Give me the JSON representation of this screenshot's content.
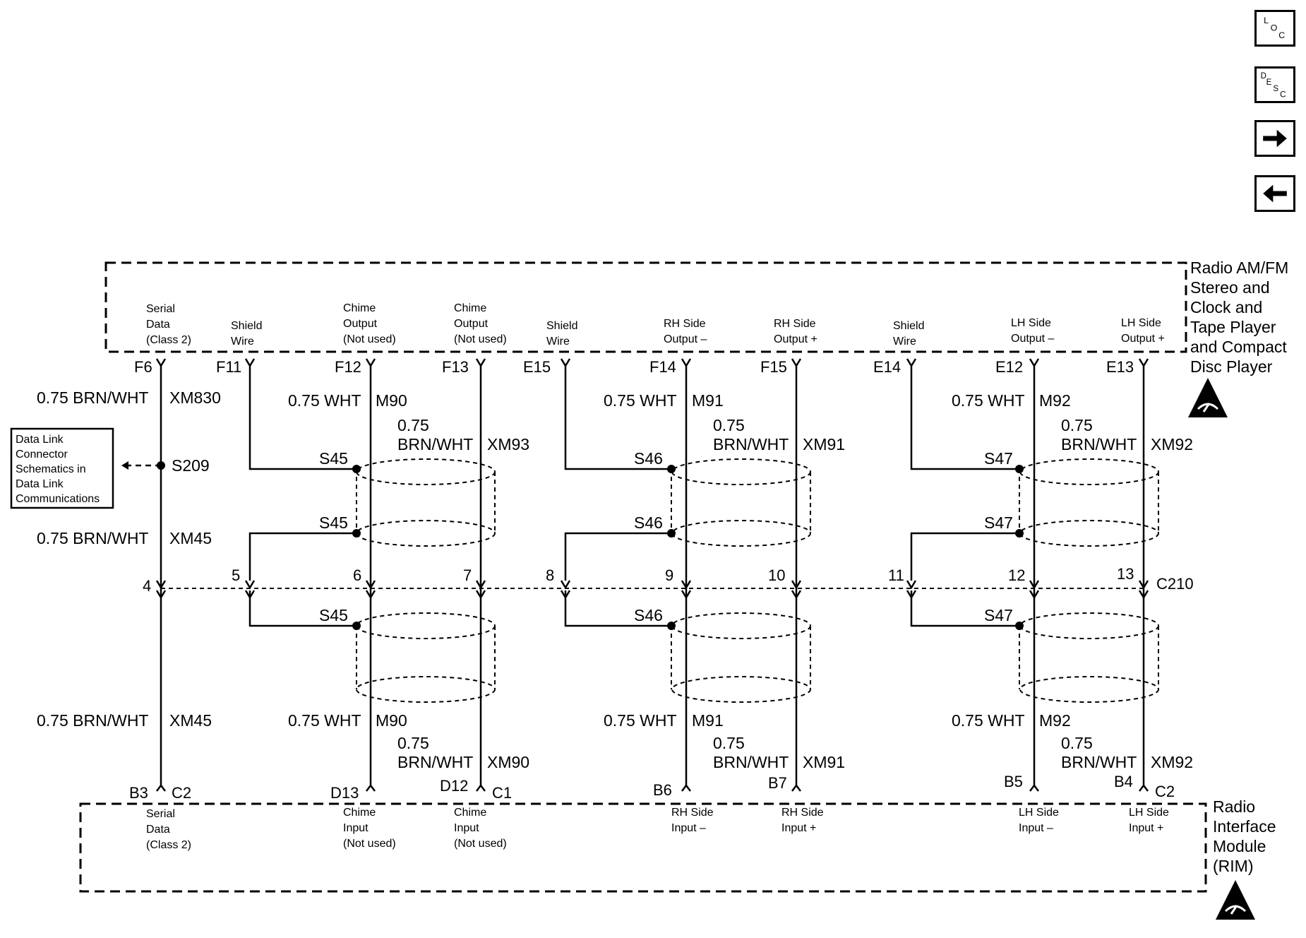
{
  "nav": {
    "loc": [
      "L",
      "O",
      "C"
    ],
    "desc": [
      "D",
      "E",
      "S",
      "C"
    ]
  },
  "modules": {
    "radio": [
      "Radio AM/FM",
      "Stereo and",
      "Clock and",
      "Tape Player",
      "and Compact",
      "Disc Player"
    ],
    "rim": [
      "Radio",
      "Interface",
      "Module",
      "(RIM)"
    ]
  },
  "top_pins": [
    {
      "lines": [
        "Serial",
        "Data",
        "(Class 2)"
      ],
      "pin": "F6"
    },
    {
      "lines": [
        "Shield",
        "Wire"
      ],
      "pin": "F11"
    },
    {
      "lines": [
        "Chime",
        "Output",
        "(Not used)"
      ],
      "pin": "F12"
    },
    {
      "lines": [
        "Chime",
        "Output",
        "(Not used)"
      ],
      "pin": "F13"
    },
    {
      "lines": [
        "Shield",
        "Wire"
      ],
      "pin": "E15"
    },
    {
      "lines": [
        "RH Side",
        "Output –"
      ],
      "pin": "F14"
    },
    {
      "lines": [
        "RH Side",
        "Output +"
      ],
      "pin": "F15"
    },
    {
      "lines": [
        "Shield",
        "Wire"
      ],
      "pin": "E14"
    },
    {
      "lines": [
        "LH Side",
        "Output –"
      ],
      "pin": "E12"
    },
    {
      "lines": [
        "LH Side",
        "Output +"
      ],
      "pin": "E13"
    }
  ],
  "bottom_pins": [
    {
      "lines": [
        "Serial",
        "Data",
        "(Class 2)"
      ],
      "pin": "B3",
      "conn": "C2"
    },
    {
      "lines": [
        "Chime",
        "Input",
        "(Not used)"
      ],
      "pin": "D13"
    },
    {
      "lines": [
        "Chime",
        "Input",
        "(Not used)"
      ],
      "pin": "D12",
      "conn": "C1"
    },
    {
      "lines": [
        "RH Side",
        "Input –"
      ],
      "pin": "B6"
    },
    {
      "lines": [
        "RH Side",
        "Input +"
      ],
      "pin": "B7"
    },
    {
      "lines": [
        "LH Side",
        "Input –"
      ],
      "pin": "B5"
    },
    {
      "lines": [
        "LH Side",
        "Input +"
      ],
      "pin": "B4",
      "conn": "C2"
    }
  ],
  "wires": {
    "serial_top_size": "0.75 BRN/WHT",
    "serial_top_circuit": "XM830",
    "serial_mid_size": "0.75 BRN/WHT",
    "serial_mid_circuit": "XM45",
    "serial_bot_size": "0.75 BRN/WHT",
    "serial_bot_circuit": "XM45",
    "splice_serial": "S209",
    "g1_wht": "0.75 WHT",
    "g1_wht_circuit": "M90",
    "g1_brn_size": "0.75",
    "g1_brn_color": "BRN/WHT",
    "g1_brn_circuit_top": "XM93",
    "g1_brn_circuit_bot": "XM90",
    "g2_wht": "0.75 WHT",
    "g2_wht_circuit": "M91",
    "g2_brn_size": "0.75",
    "g2_brn_color": "BRN/WHT",
    "g2_brn_circuit": "XM91",
    "g3_wht": "0.75 WHT",
    "g3_wht_circuit": "M92",
    "g3_brn_size": "0.75",
    "g3_brn_color": "BRN/WHT",
    "g3_brn_circuit": "XM92",
    "splice_g1": "S45",
    "splice_g2": "S46",
    "splice_g3": "S47"
  },
  "connector": {
    "name": "C210",
    "pins": [
      "4",
      "5",
      "6",
      "7",
      "8",
      "9",
      "10",
      "11",
      "12",
      "13"
    ]
  },
  "callout": [
    "Data Link",
    "Connector",
    "Schematics in",
    "Data Link",
    "Communications"
  ]
}
